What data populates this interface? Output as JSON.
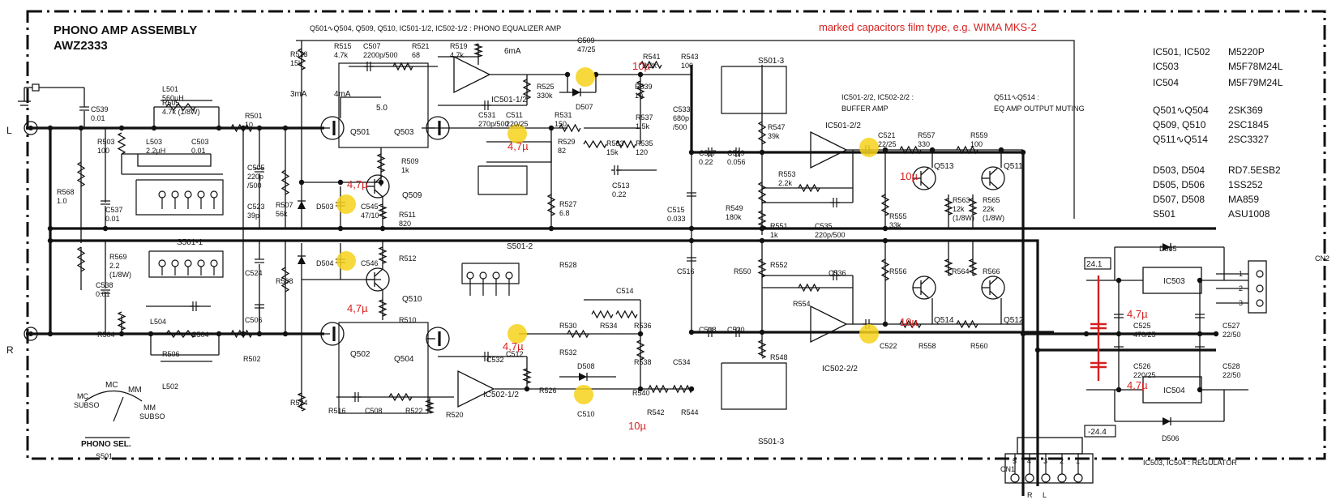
{
  "title": {
    "line1": "PHONO AMP ASSEMBLY",
    "line2": "AWZ2333"
  },
  "header_note": "Q501∿Q504, Q509, Q510, IC501-1/2, IC502-1/2  :  PHONO EQUALIZER AMP",
  "annotation_note": "marked capacitors film type, e.g. WIMA MKS-2",
  "buffer_note": {
    "line1": "IC501-2/2, IC502-2/2 :",
    "line2": "BUFFER AMP"
  },
  "muting_note": {
    "line1": "Q511∿Q514 :",
    "line2": "EQ AMP OUTPUT MUTING"
  },
  "regulator_note": "IC503, IC504  :  REGULATOR",
  "parts_table": [
    {
      "ref": "IC501, IC502",
      "part": "M5220P"
    },
    {
      "ref": "IC503",
      "part": "M5F78M24L"
    },
    {
      "ref": "IC504",
      "part": "M5F79M24L"
    },
    {
      "ref": "Q501∿Q504",
      "part": "2SK369"
    },
    {
      "ref": "Q509, Q510",
      "part": "2SC1845"
    },
    {
      "ref": "Q511∿Q514",
      "part": "2SC3327"
    },
    {
      "ref": "D503, D504",
      "part": "RD7.5ESB2"
    },
    {
      "ref": "D505, D506",
      "part": "1SS252"
    },
    {
      "ref": "D507, D508",
      "part": "MA859"
    },
    {
      "ref": "S501",
      "part": "ASU1008"
    }
  ],
  "io": {
    "left": "L",
    "right": "R",
    "cn1": "CN1",
    "cn2": "CN2"
  },
  "cn1_pins": [
    "5",
    "4",
    "3",
    "2",
    "1"
  ],
  "cn1_bottom": [
    "R",
    "L"
  ],
  "cn2_pins": [
    "1",
    "2",
    "3"
  ],
  "switch_labels": {
    "s501_1": "S501-1",
    "s501_2": "S501-2",
    "s501_3a": "S501-3",
    "s501_3b": "S501-3"
  },
  "phono_sel": {
    "mc": "MC",
    "mc_subso": [
      "MC",
      "SUBSO"
    ],
    "mm": "MM",
    "mm_subso": [
      "MM",
      "SUBSO"
    ],
    "title": "PHONO SEL.",
    "sub": "S501"
  },
  "currents": {
    "i3ma": "3mA",
    "i4ma": "4mA",
    "i6ma": "6mA",
    "v5": "5.0"
  },
  "rails": {
    "pos": "24.1",
    "neg": "-24.4"
  },
  "red_annotations": {
    "c509": "10µ",
    "c511": "4,7µ",
    "c545": "4,7µ",
    "c546": "4,7µ",
    "c512": "4,7µ",
    "c510": "10µ",
    "c521": "10µ",
    "c522": "10µ",
    "c525": "4,7µ",
    "c526": "4,7µ"
  },
  "ic_labels": {
    "ic501_1": "IC501-1/2",
    "ic501_2": "IC501-2/2",
    "ic502_1": "IC502-1/2",
    "ic502_2": "IC502-2/2",
    "ic503": "IC503",
    "ic504": "IC504"
  },
  "transistors": {
    "q501": "Q501",
    "q503": "Q503",
    "q509": "Q509",
    "q510": "Q510",
    "q502": "Q502",
    "q504": "Q504",
    "q513": "Q513",
    "q511": "Q511",
    "q514": "Q514",
    "q512": "Q512"
  },
  "components": {
    "c539": [
      "C539",
      "0.01"
    ],
    "l501": [
      "L501",
      "560µH"
    ],
    "r505": [
      "R505",
      "4.7k (1/8W)"
    ],
    "r501": [
      "R501",
      "10"
    ],
    "r503": [
      "R503",
      "100"
    ],
    "l503": [
      "L503",
      "2.2µH"
    ],
    "c503": [
      "C503",
      "0.01"
    ],
    "c505": [
      "C505",
      "220p",
      "/500"
    ],
    "c523": [
      "C523",
      "39p"
    ],
    "r507": [
      "R507",
      "56k"
    ],
    "r568": [
      "R568",
      "1.0"
    ],
    "c537": [
      "C537",
      "0.01"
    ],
    "r569": [
      "R569",
      "2.2",
      "(1/8W)"
    ],
    "c538": [
      "C538",
      "0.01"
    ],
    "r504": [
      "R504"
    ],
    "l504": [
      "L504"
    ],
    "c504": [
      "C504"
    ],
    "r506": [
      "R506"
    ],
    "l502": [
      "L502"
    ],
    "r502": [
      "R502"
    ],
    "c524": [
      "C524"
    ],
    "c506": [
      "C506"
    ],
    "r508": [
      "R508"
    ],
    "r523": [
      "R523",
      "15k"
    ],
    "r515": [
      "R515",
      "4.7k"
    ],
    "c507": [
      "C507",
      "2200p/500"
    ],
    "r521": [
      "R521",
      "68"
    ],
    "r519": [
      "R519",
      "4.7k"
    ],
    "r509": [
      "R509",
      "1k"
    ],
    "d503": [
      "D503"
    ],
    "c545": [
      "C545",
      "47/10"
    ],
    "r511": [
      "R511",
      "820"
    ],
    "d504": [
      "D504"
    ],
    "c546": [
      "C546"
    ],
    "r512": [
      "R512"
    ],
    "r510": [
      "R510"
    ],
    "r524": [
      "R524"
    ],
    "r516": [
      "R516"
    ],
    "c508": [
      "C508"
    ],
    "r522": [
      "R522"
    ],
    "r520": [
      "R520"
    ],
    "c509": [
      "C509",
      "47/25"
    ],
    "r525": [
      "R525",
      "330k"
    ],
    "d507": [
      "D507"
    ],
    "c531": [
      "C531",
      "270p/500"
    ],
    "c511": [
      "C511",
      "220/25"
    ],
    "r531": [
      "R531",
      "150"
    ],
    "r529": [
      "R529",
      "82"
    ],
    "r527": [
      "R527",
      "6.8"
    ],
    "r528": [
      "R528"
    ],
    "c532": [
      "C532"
    ],
    "r526": [
      "R526"
    ],
    "c512": [
      "C512"
    ],
    "r530": [
      "R530"
    ],
    "r532": [
      "R532"
    ],
    "d508": [
      "D508"
    ],
    "c510": [
      "C510"
    ],
    "r541": [
      "R541",
      "2.2k"
    ],
    "r543": [
      "R543",
      "100"
    ],
    "r539": [
      "R539",
      "10"
    ],
    "r537": [
      "R537",
      "1.5k"
    ],
    "c533": [
      "C533",
      "680p",
      "/500"
    ],
    "r533": [
      "R533",
      "15k"
    ],
    "r535": [
      "R535",
      "120"
    ],
    "c513": [
      "C513",
      "0.22"
    ],
    "c514": [
      "C514"
    ],
    "r534": [
      "R534"
    ],
    "r536": [
      "R536"
    ],
    "r538": [
      "R538"
    ],
    "c534": [
      "C534"
    ],
    "r540": [
      "R540"
    ],
    "r542": [
      "R542"
    ],
    "r544": [
      "R544"
    ],
    "c517": [
      "C517",
      "0.22"
    ],
    "c519": [
      "C519",
      "0.056"
    ],
    "c515": [
      "C515",
      "0.033"
    ],
    "c516": [
      "C516"
    ],
    "c518": [
      "C518"
    ],
    "c520": [
      "C520"
    ],
    "r547": [
      "R547",
      "39k"
    ],
    "r549": [
      "R549",
      "180k"
    ],
    "r553": [
      "R553",
      "2.2k"
    ],
    "r551": [
      "R551",
      "1k"
    ],
    "c535": [
      "C535",
      "220p/500"
    ],
    "r550": [
      "R550"
    ],
    "r552": [
      "R552"
    ],
    "c536": [
      "C536"
    ],
    "r554": [
      "R554"
    ],
    "r548": [
      "R548"
    ],
    "c521": [
      "C521",
      "22/25"
    ],
    "r557": [
      "R557",
      "330"
    ],
    "r559": [
      "R559",
      "100"
    ],
    "r555": [
      "R555",
      "33k"
    ],
    "r563": [
      "R563",
      "12k",
      "(1/8W)"
    ],
    "r565": [
      "R565",
      "22k",
      "(1/8W)"
    ],
    "c522": [
      "C522"
    ],
    "r558": [
      "R558"
    ],
    "r560": [
      "R560"
    ],
    "r556": [
      "R556"
    ],
    "r564": [
      "R564"
    ],
    "r566": [
      "R566"
    ],
    "d505": [
      "D505"
    ],
    "d506": [
      "D506"
    ],
    "c525": [
      "C525",
      "470/25"
    ],
    "c527": [
      "C527",
      "22/50"
    ],
    "c526": [
      "C526",
      "220/25"
    ],
    "c528": [
      "C528",
      "22/50"
    ]
  }
}
